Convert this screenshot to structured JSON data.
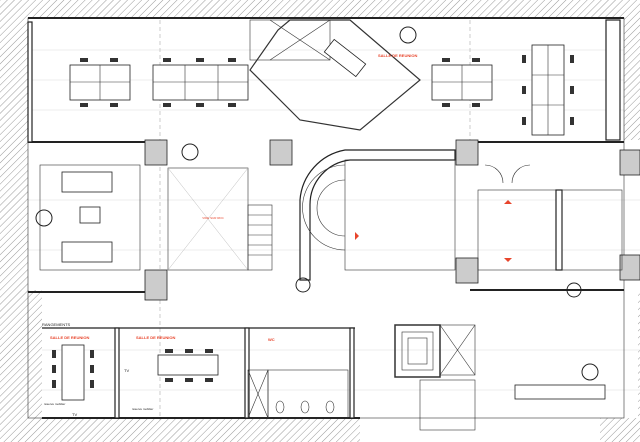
{
  "plan": {
    "labels": {
      "meeting_room_top": "SALLE DE REUNION",
      "meeting_room_bottom_left": "SALLE DE REUNION",
      "meeting_room_bottom_middle": "SALLE DE REUNION",
      "storage": "RANGEMENTS",
      "tv_1": "TV",
      "tv_2": "TV",
      "wc": "WC",
      "void": "VIDE SUR RDC",
      "furniture_storage_1": "réserve mobilier",
      "furniture_storage_2": "réserve mobilier"
    },
    "colors": {
      "accent": "#e8452c",
      "wall": "#222222",
      "hatch": "#999999"
    }
  }
}
